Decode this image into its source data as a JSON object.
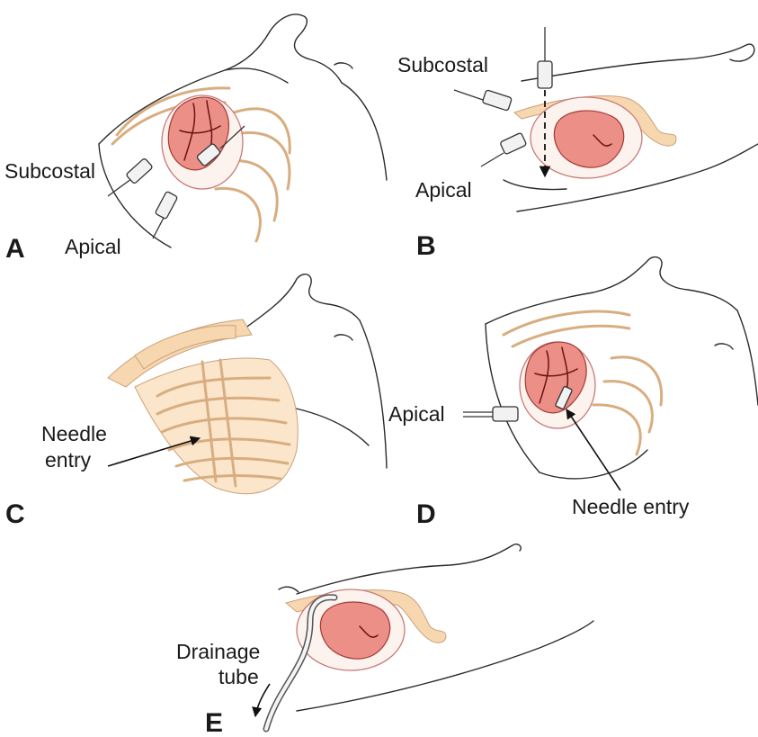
{
  "panels": {
    "a": {
      "letter": "A",
      "label_subcostal": "Subcostal",
      "label_apical": "Apical"
    },
    "b": {
      "letter": "B",
      "label_subcostal": "Subcostal",
      "label_apical": "Apical"
    },
    "c": {
      "letter": "C",
      "label_needle_line1": "Needle",
      "label_needle_line2": "entry"
    },
    "d": {
      "letter": "D",
      "label_apical": "Apical",
      "label_needle": "Needle entry"
    },
    "e": {
      "letter": "E",
      "label_drainage_line1": "Drainage",
      "label_drainage_line2": "tube"
    }
  },
  "colors": {
    "rib": "#f7d7b0",
    "heart": "#ec8f86",
    "pericardial_sac": "#fdf3ee",
    "outline": "#2b2b2b"
  }
}
